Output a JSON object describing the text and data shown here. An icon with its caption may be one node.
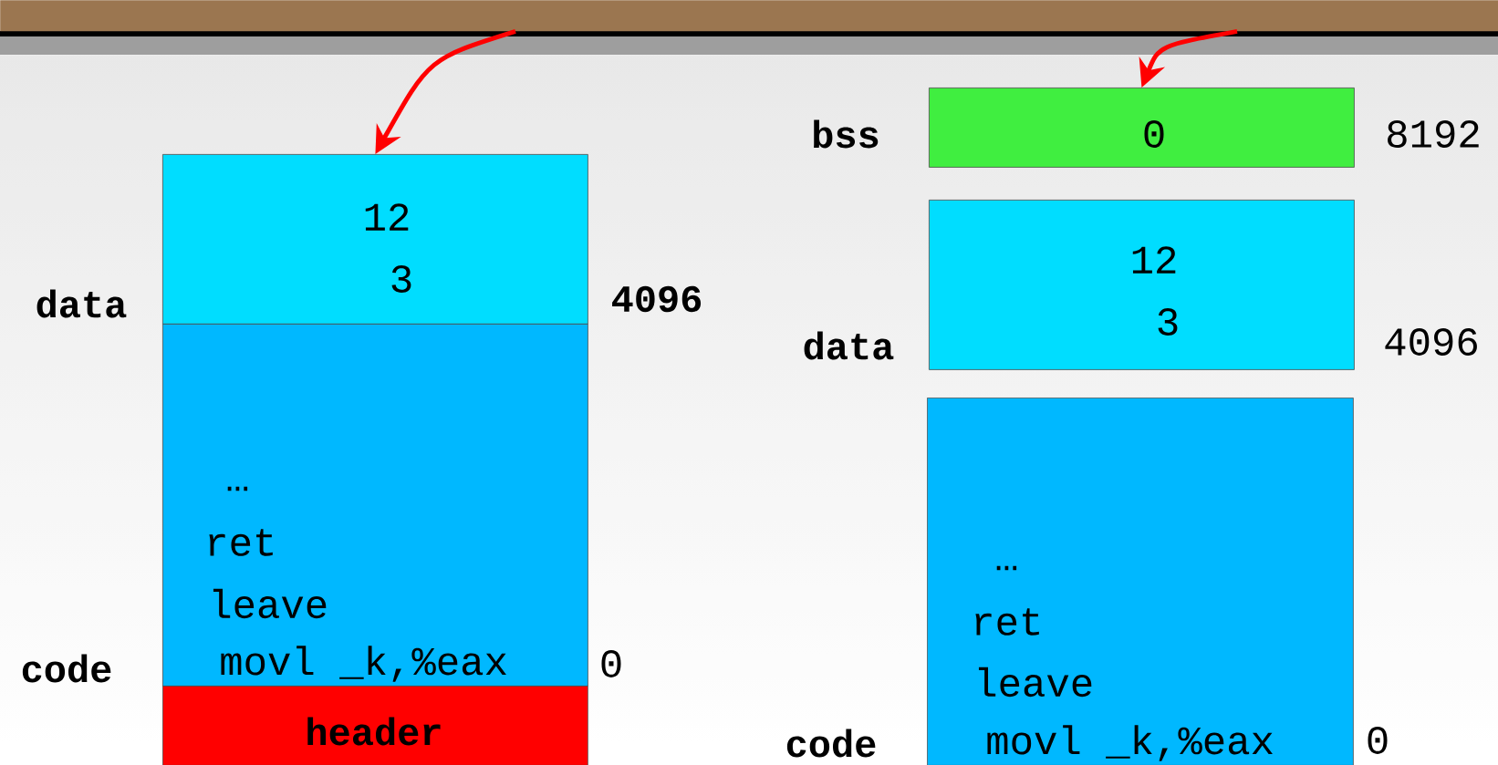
{
  "diagram": {
    "nodes": [
      {
        "text": [
          "12",
          "3"
        ],
        "beside": [
          "data",
          "4096"
        ]
      },
      {
        "text": [
          "…",
          "ret",
          "leave",
          "movl _k,%eax"
        ],
        "beside": [
          "code",
          "0"
        ]
      },
      {
        "text": [
          "header"
        ]
      },
      {
        "text": [
          "0"
        ],
        "beside": [
          "bss",
          "8192"
        ]
      },
      {
        "text": [
          "12",
          "3"
        ],
        "beside": [
          "data",
          "4096"
        ]
      },
      {
        "text": [
          "…",
          "ret",
          "leave",
          "movl _k,%eax"
        ],
        "beside": [
          "code",
          "0"
        ]
      },
      {
        "text": [],
        "shape": "bar"
      }
    ],
    "edges": [
      {
        "from": 6,
        "to": 0,
        "arrow": "to"
      },
      {
        "from": 6,
        "to": 3,
        "arrow": "to"
      }
    ]
  }
}
